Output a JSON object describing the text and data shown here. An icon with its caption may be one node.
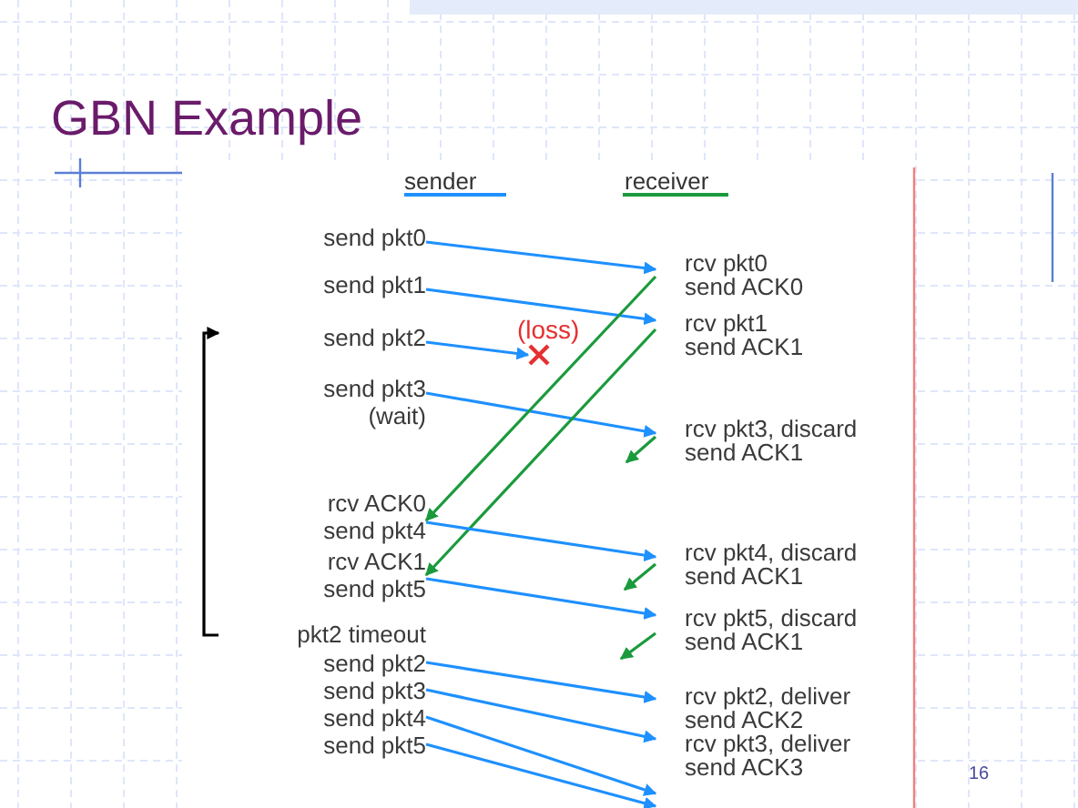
{
  "diagram": {
    "title": "GBN Example",
    "nodes": [
      {
        "text": [
          "send pkt0"
        ]
      },
      {
        "text": [
          "send pkt1"
        ]
      },
      {
        "text": [
          "send pkt2"
        ]
      },
      {
        "text": [
          "send pkt3",
          "(wait)"
        ]
      },
      {
        "text": [
          "rcv ACK0",
          "send pkt4"
        ]
      },
      {
        "text": [
          "rcv ACK1",
          "send pkt5"
        ]
      },
      {
        "text": [
          "pkt2 timeout"
        ]
      },
      {
        "text": [
          "send pkt2"
        ]
      },
      {
        "text": [
          "send pkt3"
        ]
      },
      {
        "text": [
          "send pkt4"
        ]
      },
      {
        "text": [
          "send pkt5"
        ]
      },
      {
        "text": [
          "rcv pkt0",
          "send ACK0"
        ]
      },
      {
        "text": [
          "rcv pkt1",
          "send ACK1"
        ]
      },
      {
        "text": [
          "rcv pkt3, discard",
          "send ACK1"
        ]
      },
      {
        "text": [
          "rcv pkt4, discard",
          "send ACK1"
        ]
      },
      {
        "text": [
          "rcv pkt5, discard",
          "send ACK1"
        ]
      },
      {
        "text": [
          "rcv pkt2, deliver",
          "send ACK2"
        ]
      },
      {
        "text": [
          "rcv pkt3, deliver",
          "send ACK3"
        ]
      },
      {
        "text": [
          "(loss)"
        ]
      }
    ],
    "edges": [
      {
        "from": 0,
        "to": 11,
        "arrow": "to"
      },
      {
        "from": 1,
        "to": 12,
        "arrow": "to"
      },
      {
        "from": 2,
        "to": 18,
        "arrow": "to"
      },
      {
        "from": 3,
        "to": 13,
        "arrow": "to"
      },
      {
        "from": 11,
        "to": 4,
        "arrow": "to",
        "color": "#1a9a3c"
      },
      {
        "from": 12,
        "to": 5,
        "arrow": "to",
        "color": "#1a9a3c"
      },
      {
        "from": 13,
        "to": null,
        "arrow": "to",
        "color": "#1a9a3c"
      },
      {
        "from": 4,
        "to": 14,
        "arrow": "to"
      },
      {
        "from": 5,
        "to": 15,
        "arrow": "to"
      },
      {
        "from": 14,
        "to": null,
        "arrow": "to",
        "color": "#1a9a3c"
      },
      {
        "from": 15,
        "to": null,
        "arrow": "to",
        "color": "#1a9a3c"
      },
      {
        "from": 7,
        "to": 16,
        "arrow": "to"
      },
      {
        "from": 8,
        "to": 17,
        "arrow": "to"
      },
      {
        "from": 9,
        "to": 17,
        "arrow": "to"
      },
      {
        "from": 10,
        "to": 17,
        "arrow": "to"
      },
      {
        "from": 6,
        "to": 2,
        "arrow": "to",
        "color": "#000000"
      }
    ],
    "labels": [
      "sender",
      "receiver",
      "16"
    ]
  }
}
